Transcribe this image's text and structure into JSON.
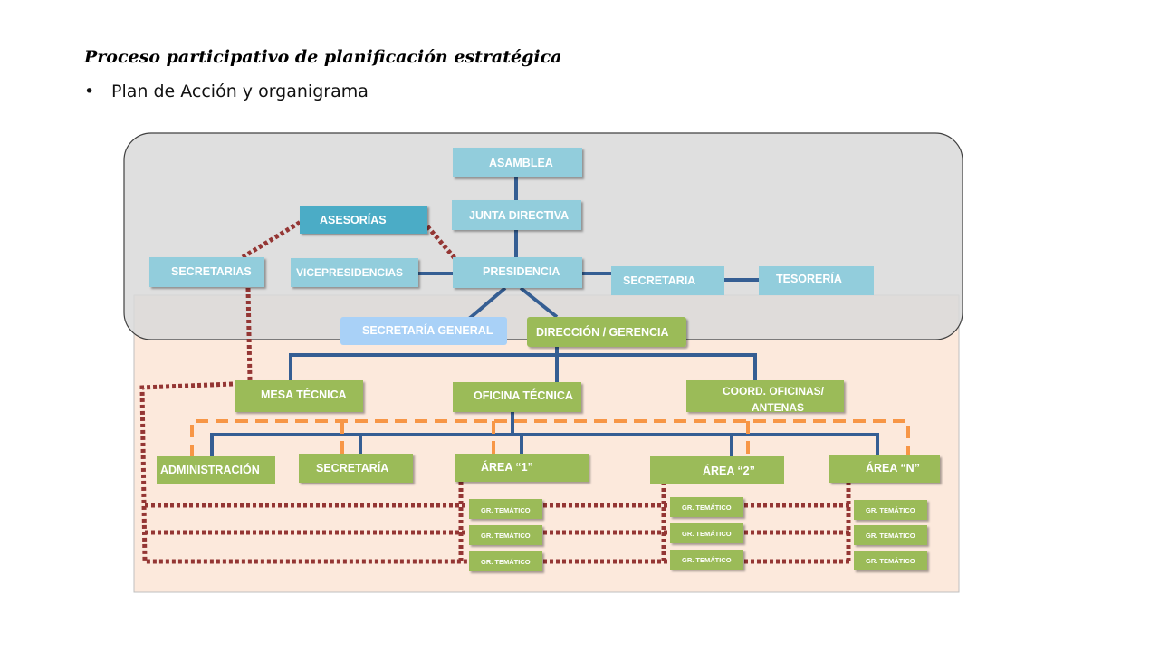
{
  "header": {
    "title": "Proceso participativo de planificación estratégica",
    "bullet": "•",
    "bullet_text": "Plan de Acción y organigrama"
  },
  "colors": {
    "light_blue": "#92CDDC",
    "mid_blue": "#4BACC6",
    "pale_blue": "#A9D1F7",
    "green": "#9BBB59",
    "connector": "#355E93",
    "dotted_red": "#943634",
    "dashed_orange": "#F79646",
    "gray_zone": "#D9D9D9",
    "peach_zone": "#FCE9DC"
  },
  "org": {
    "asamblea": "ASAMBLEA",
    "junta": "JUNTA DIRECTIVA",
    "asesorias": "ASESORÍAS",
    "secretarias": "SECRETARIAS",
    "vicepresidencias": "VICEPRESIDENCIAS",
    "presidencia": "PRESIDENCIA",
    "secretaria": "SECRETARIA",
    "tesoreria": "TESORERÍA",
    "secretaria_general": "SECRETARÍA GENERAL",
    "direccion": "DIRECCIÓN / GERENCIA",
    "mesa_tecnica": "MESA TÉCNICA",
    "oficina_tecnica": "OFICINA TÉCNICA",
    "coord_line1": "COORD. OFICINAS/",
    "coord_line2": "ANTENAS",
    "administracion": "ADMINISTRACIÓN",
    "secretaria_2": "SECRETARÍA",
    "area1": "ÁREA “1”",
    "area2": "ÁREA “2”",
    "arean": "ÁREA “N”",
    "gr_tematico": "GR. TEMÁTICO"
  }
}
